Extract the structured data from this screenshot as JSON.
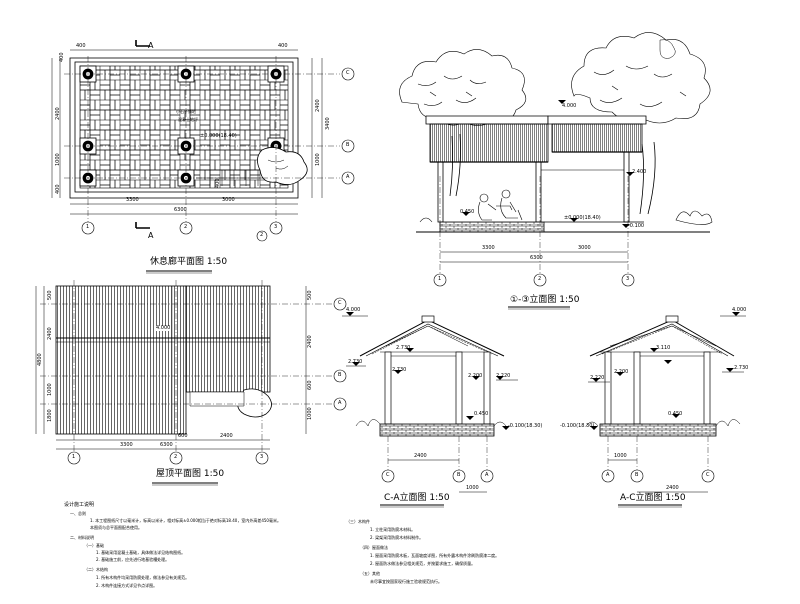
{
  "plan": {
    "title": "休息廊平面图 1:50",
    "section_mark": "A",
    "dims_top": [
      "400",
      "400"
    ],
    "dims_bottom": [
      "3300",
      "3000",
      "6300"
    ],
    "dims_left": [
      "400",
      "2400",
      "1000",
      "400"
    ],
    "dims_right": [
      "2400",
      "3400",
      "1000"
    ],
    "dim_inner": "400",
    "floor_note": "小石子铺地",
    "floor_note2": "混凝土地坪",
    "level": "±0.000(18.40)",
    "axes_h": [
      "1",
      "2",
      "3"
    ],
    "axes_v": [
      "C",
      "B",
      "A"
    ],
    "axis_extra": "2"
  },
  "roof": {
    "title": "屋顶平面图 1:50",
    "dims_bottom": [
      "3300",
      "600",
      "2400",
      "6300"
    ],
    "dims_left": [
      "500",
      "2400",
      "1000",
      "1800",
      "4800"
    ],
    "dims_right": [
      "500",
      "2400",
      "600",
      "1000"
    ],
    "level": "4.000",
    "axes_h": [
      "1",
      "2",
      "3"
    ],
    "axes_v": [
      "C",
      "B",
      "A"
    ]
  },
  "elev1": {
    "title": "①-③立面图 1:50",
    "dims_bottom": [
      "3300",
      "3000",
      "6300"
    ],
    "levels": [
      "4.000",
      "2.400",
      "0.450",
      "±0.000(18.40)",
      "-0.100"
    ],
    "axes_h": [
      "1",
      "2",
      "3"
    ]
  },
  "elev2": {
    "title": "C-A立面图 1:50",
    "levels": [
      "4.000",
      "2.730",
      "2.730",
      "2.730",
      "2.200",
      "2.220",
      "0.450",
      "-0.100(18.30)"
    ],
    "dims_bottom": [
      "2400",
      "1000"
    ],
    "axes_h": [
      "C",
      "B",
      "A"
    ]
  },
  "elev3": {
    "title": "A-C立面图 1:50",
    "levels": [
      "4.000",
      "3.110",
      "2.730",
      "2.220",
      "2.200",
      "0.450",
      "-0.100(18.30)"
    ],
    "dims_bottom": [
      "1000",
      "2400"
    ],
    "axes_h": [
      "A",
      "B",
      "C"
    ]
  },
  "notes_left": {
    "heading": "设计施工说明",
    "items": [
      "一、总则",
      "1. 本工程图纸尺寸以毫米计，标高以米计，相对标高±0.000相当于绝对标高18.40，室内外高差450毫米。",
      "本图须与总平面图配合使用。",
      "二、材料说明",
      "（一）基础",
      "1. 基础采用混凝土基础，具体做法详见结构图纸。",
      "2. 基础施工前，应先进行地基验槽处理。",
      "（二）木结构",
      "1. 所有木构件均采用防腐处理，做法参见有关规范。",
      "2. 木构件连接方式详见节点详图。"
    ]
  },
  "notes_right": {
    "items": [
      "（三）木构件",
      "1. 立柱采用防腐木材料。",
      "2. 梁架采用防腐木材料制作。",
      "（四）屋面做法",
      "1. 屋面采用防腐木板，瓦面坡度详图，所有外露木构件涂刷防腐漆二度。",
      "2. 屋面防水做法参见相关规范，并按要求施工，确保质量。",
      "（五）其他",
      "未尽事宜按国家现行施工验收规范执行。"
    ]
  }
}
